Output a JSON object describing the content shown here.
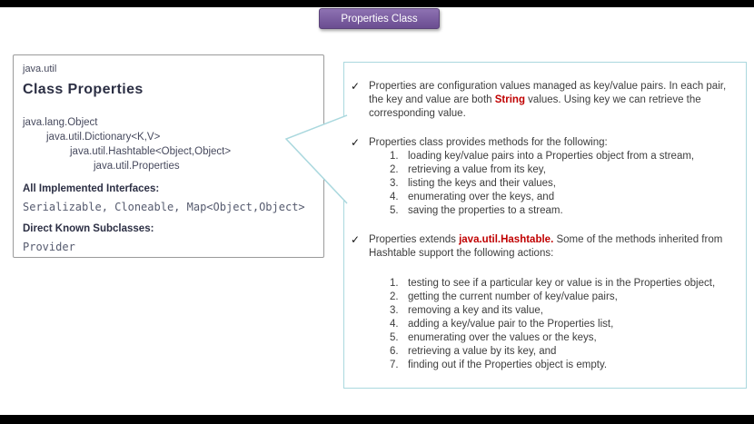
{
  "banner": {
    "label": "Properties Class"
  },
  "left_panel": {
    "package": "java.util",
    "title": "Class Properties",
    "hierarchy": [
      {
        "text": "java.lang.Object",
        "indent": 0
      },
      {
        "text": "java.util.Dictionary<K,V>",
        "indent": 1
      },
      {
        "text": "java.util.Hashtable<Object,Object>",
        "indent": 2
      },
      {
        "text": "java.util.Properties",
        "indent": 3
      }
    ],
    "interfaces_label": "All Implemented Interfaces:",
    "interfaces_value": "Serializable, Cloneable, Map<Object,Object>",
    "subclasses_label": "Direct Known Subclasses:",
    "subclasses_value": "Provider"
  },
  "bubble": {
    "check_glyph": "✓",
    "bullets": [
      {
        "segments": [
          {
            "text": "Properties are configuration values managed as key/value pairs. In each pair, the key and value are both ",
            "style": ""
          },
          {
            "text": "String",
            "style": "red"
          },
          {
            "text": " values. Using key we can retrieve the corresponding value.",
            "style": ""
          }
        ],
        "items": [],
        "items_gap": false
      },
      {
        "segments": [
          {
            "text": "Properties class provides methods for the following:",
            "style": ""
          }
        ],
        "items": [
          "loading key/value pairs into a Properties object from a stream,",
          "retrieving a value from its key,",
          "listing the keys and their values,",
          "enumerating over the keys, and",
          "saving the properties to a stream."
        ],
        "items_gap": false
      },
      {
        "segments": [
          {
            "text": "Properties extends ",
            "style": ""
          },
          {
            "text": "java.util.Hashtable.",
            "style": "red"
          },
          {
            "text": " Some of the methods inherited from Hashtable support the following actions:",
            "style": ""
          }
        ],
        "items": [
          "testing to see if a particular key or value is in the Properties object,",
          "getting the current number of key/value pairs,",
          "removing a key and its value,",
          "adding a key/value pair to the Properties list,",
          "enumerating over the values or the keys,",
          "retrieving a value by its key, and",
          "finding out if the Properties object is empty."
        ],
        "items_gap": true
      }
    ]
  },
  "colors": {
    "accent-purple": "#7a5da0",
    "purple-border": "#5b4379",
    "bubble-border": "#aad8de",
    "panel-border": "#9b9b9b",
    "heading": "#2c2f44",
    "hier-text": "#474a5e",
    "mono-text": "#565b6f",
    "body-text": "#3d3d3d",
    "red": "#c00000",
    "bar": "#000000"
  }
}
